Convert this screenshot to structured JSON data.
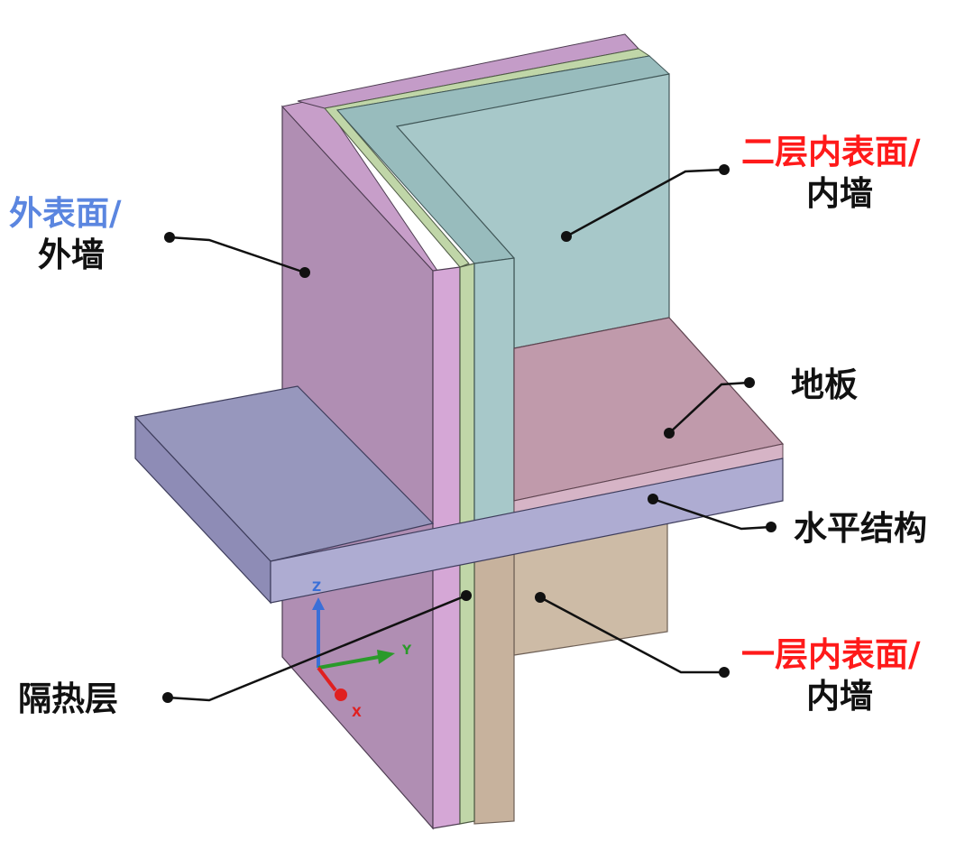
{
  "labels": {
    "outer_surface": {
      "accent": "外表面/",
      "main": "外墙"
    },
    "second_inner": {
      "accent": "二层内表面/",
      "main": "内墙"
    },
    "floor": {
      "main": "地板"
    },
    "horizontal": {
      "main": "水平结构"
    },
    "first_inner": {
      "accent": "一层内表面/",
      "main": "内墙"
    },
    "insulation": {
      "main": "隔热层"
    }
  },
  "axes": {
    "z": "Z",
    "y": "Y",
    "x": "X"
  },
  "colors": {
    "outer_accent": "#5b86e0",
    "inner_accent": "#ff1a1a",
    "text": "#111111",
    "wall_outer": "#b08eb3",
    "wall_skin": "#d5a7d6",
    "insulation": "#c0d6a8",
    "inner_upper": "#a7c8c9",
    "inner_lower": "#cdbba6",
    "floor": "#c09aab",
    "slab": "#a8a5cc",
    "axis_z": "#3a6fd8",
    "axis_y": "#2a9a2a",
    "axis_x": "#e02020"
  }
}
